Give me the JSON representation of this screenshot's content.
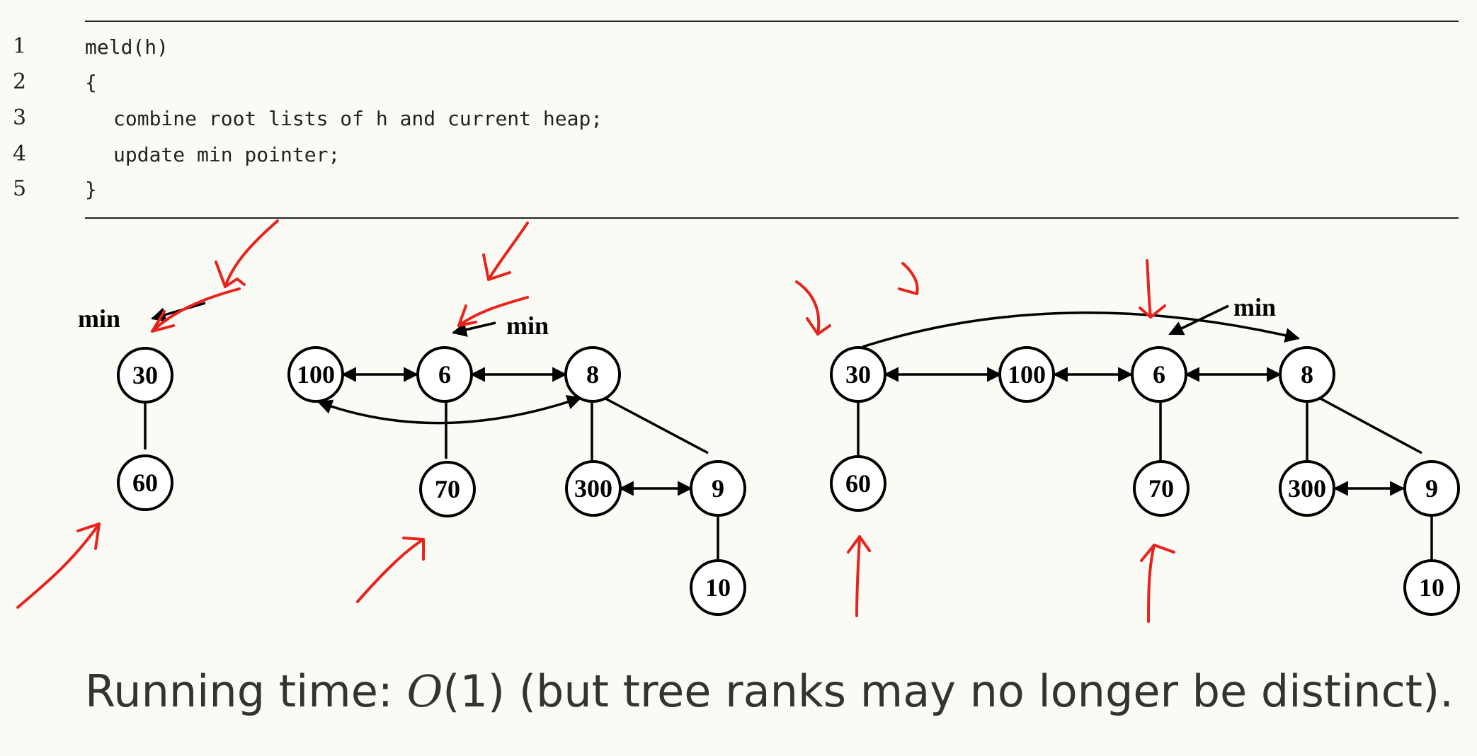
{
  "code": {
    "lines": [
      {
        "num": "1",
        "text": "meld(h)"
      },
      {
        "num": "2",
        "text": "{"
      },
      {
        "num": "3",
        "text": "combine root lists of h and current heap;"
      },
      {
        "num": "4",
        "text": "update min pointer;"
      },
      {
        "num": "5",
        "text": "}"
      }
    ]
  },
  "diagram": {
    "left_heaps": {
      "min_labels": [
        "min",
        "min"
      ],
      "nodes": [
        "30",
        "60",
        "100",
        "6",
        "8",
        "70",
        "300",
        "9",
        "10"
      ]
    },
    "merged_heap": {
      "min_label": "min",
      "nodes": [
        "30",
        "100",
        "6",
        "8",
        "60",
        "70",
        "300",
        "9",
        "10"
      ]
    },
    "ink_color": "#e8231b"
  },
  "caption": {
    "prefix": "Running time: ",
    "math_O": "O",
    "math_arg": "(1)",
    "suffix": " (but tree ranks may no longer be distinct)."
  }
}
